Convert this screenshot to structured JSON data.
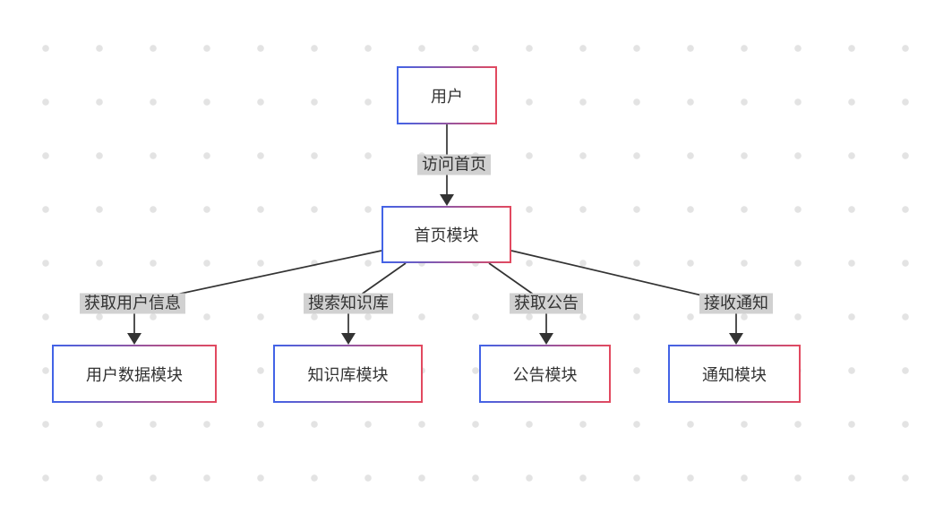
{
  "diagram": {
    "nodes": [
      {
        "id": "user",
        "label": "用户"
      },
      {
        "id": "home",
        "label": "首页模块"
      },
      {
        "id": "userdata",
        "label": "用户数据模块"
      },
      {
        "id": "knowledge",
        "label": "知识库模块"
      },
      {
        "id": "announce",
        "label": "公告模块"
      },
      {
        "id": "notify",
        "label": "通知模块"
      }
    ],
    "edges": [
      {
        "from": "用户",
        "to": "首页模块",
        "label": "访问首页"
      },
      {
        "from": "首页模块",
        "to": "用户数据模块",
        "label": "获取用户信息"
      },
      {
        "from": "首页模块",
        "to": "知识库模块",
        "label": "搜索知识库"
      },
      {
        "from": "首页模块",
        "to": "公告模块",
        "label": "获取公告"
      },
      {
        "from": "首页模块",
        "to": "通知模块",
        "label": "接收通知"
      }
    ],
    "colors": {
      "node_border_gradient_start": "#4263e7",
      "node_border_gradient_end": "#e2495f",
      "node_background": "#ffffff",
      "edge_line": "#333333",
      "edge_label_background": "#d1d1d1",
      "text": "#333333",
      "background": "#ffffff",
      "dot_pattern": "#e3e3e3"
    }
  }
}
